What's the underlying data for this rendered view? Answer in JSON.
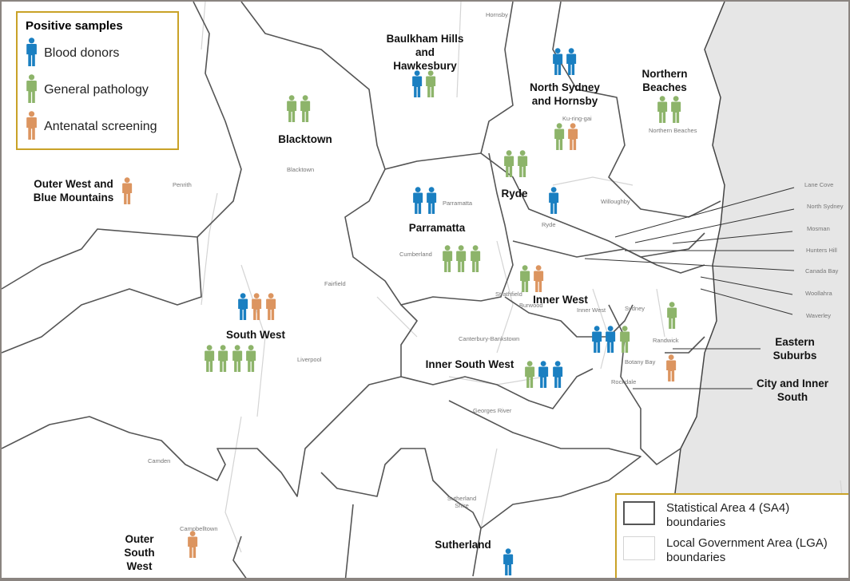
{
  "legend": {
    "title": "Positive samples",
    "items": [
      {
        "type": "blood",
        "label": "Blood donors"
      },
      {
        "type": "general",
        "label": "General pathology"
      },
      {
        "type": "antenatal",
        "label": "Antenatal screening"
      }
    ],
    "boundaries": [
      {
        "label": "Statistical Area 4 (SA4) boundaries"
      },
      {
        "label": "Local Government Area (LGA) boundaries"
      }
    ]
  },
  "colors": {
    "blood": "#1a7fc1",
    "general": "#8db46a",
    "antenatal": "#dc9560",
    "sea": "#e6e6e6",
    "sa4": "#555555",
    "lga": "#d4d4d4"
  },
  "regions": [
    {
      "name": "Baulkham Hills and Hawkesbury",
      "samples": [
        "blood",
        "general"
      ]
    },
    {
      "name": "North Sydney and Hornsby",
      "samples": [
        "blood",
        "blood",
        "general",
        "antenatal"
      ]
    },
    {
      "name": "Northern Beaches",
      "samples": [
        "general",
        "general"
      ]
    },
    {
      "name": "Blacktown",
      "samples": [
        "general",
        "general"
      ]
    },
    {
      "name": "Outer West and Blue Mountains",
      "samples": [
        "antenatal"
      ]
    },
    {
      "name": "Parramatta",
      "samples": [
        "blood",
        "blood",
        "general",
        "general",
        "general"
      ]
    },
    {
      "name": "Ryde",
      "samples": [
        "general",
        "general",
        "blood"
      ]
    },
    {
      "name": "Inner West",
      "samples": [
        "general",
        "antenatal"
      ]
    },
    {
      "name": "South West",
      "samples": [
        "blood",
        "antenatal",
        "antenatal",
        "general",
        "general",
        "general",
        "general"
      ]
    },
    {
      "name": "Inner South West",
      "samples": [
        "general",
        "blood",
        "blood"
      ]
    },
    {
      "name": "City and Inner South",
      "samples": [
        "blood",
        "blood",
        "general"
      ]
    },
    {
      "name": "Eastern Suburbs",
      "samples": [
        "general",
        "antenatal"
      ]
    },
    {
      "name": "Outer South West",
      "samples": [
        "antenatal"
      ]
    },
    {
      "name": "Sutherland",
      "samples": [
        "blood"
      ]
    }
  ],
  "lgas": [
    "Hornsby",
    "Ku-ring-gai",
    "Northern Beaches",
    "Blacktown",
    "Penrith",
    "Parramatta",
    "Cumberland",
    "Ryde",
    "Willoughby",
    "Lane Cove",
    "North Sydney",
    "Mosman",
    "Hunters Hill",
    "Canada Bay",
    "Woollahra",
    "Waverley",
    "Strathfield",
    "Burwood",
    "Inner West",
    "Sydney",
    "Randwick",
    "Botany Bay",
    "Rockdale",
    "Canterbury-Bankstown",
    "Georges River",
    "Fairfield",
    "Liverpool",
    "Camden",
    "Campbelltown",
    "Sutherland Shire"
  ]
}
